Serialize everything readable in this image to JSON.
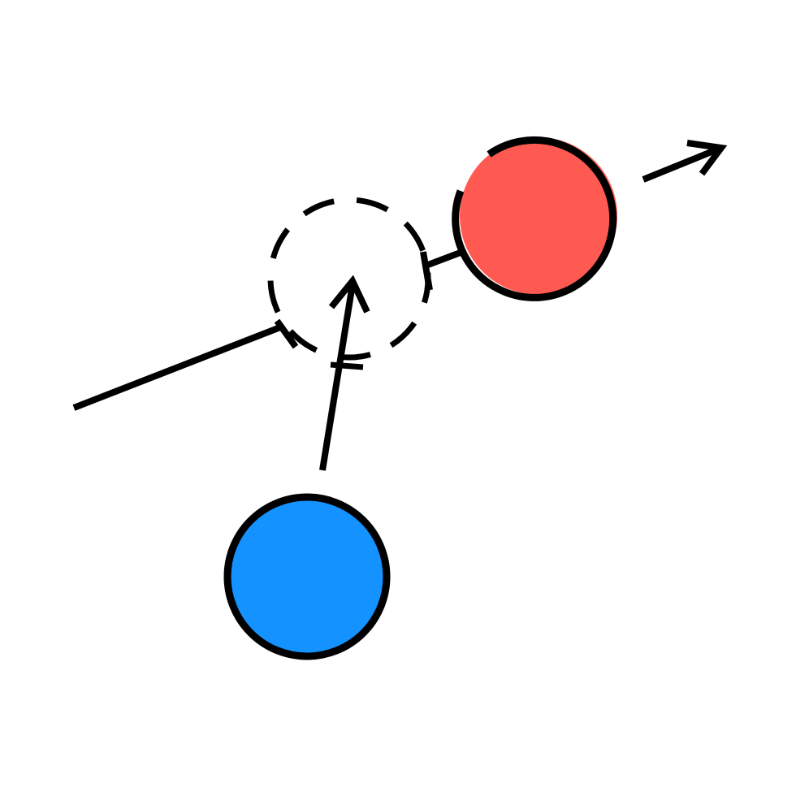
{
  "diagram": {
    "background_color": "#ffffff",
    "stroke_color": "#000000",
    "red_circle": {
      "fill": "#ff5a52",
      "outline": "partial"
    },
    "blue_circle": {
      "fill": "#1492ff",
      "outline": "full"
    },
    "dashed_circle": {
      "style": "dashed"
    },
    "arrows": [
      {
        "name": "red-ball-motion-arrow",
        "head": "open-chevron"
      },
      {
        "name": "blue-to-dashed-arrow",
        "head": "open-chevron"
      }
    ],
    "lines": [
      {
        "name": "incoming-line",
        "end": "tick"
      },
      {
        "name": "red-to-dashed-connector",
        "end": "tick"
      }
    ]
  }
}
